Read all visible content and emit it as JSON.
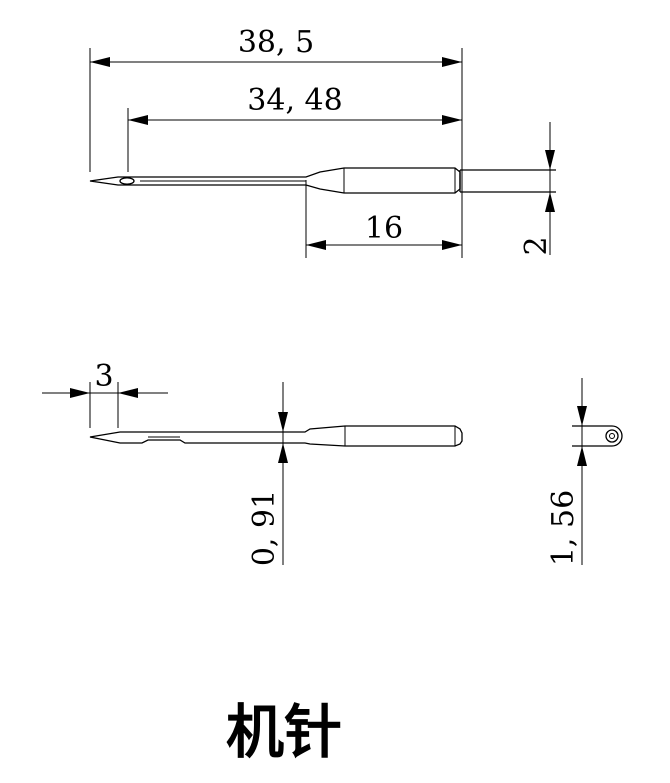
{
  "dimensions": {
    "overall_length": "38, 5",
    "eye_to_end_length": "34, 48",
    "shank_length": "16",
    "shank_diameter": "2",
    "point_length": "3",
    "blade_diameter": "0, 91",
    "eye_width": "1, 56"
  },
  "title": "机针"
}
